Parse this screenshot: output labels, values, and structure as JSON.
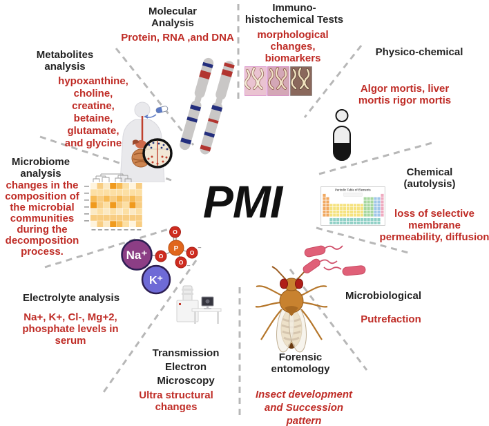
{
  "center": {
    "label": "PMI"
  },
  "sections": {
    "metabolites": {
      "title": "Metabolites\nanalysis",
      "desc": "hypoxanthine,\ncholine,\ncreatine,\nbetaine,\nglutamate,\nand glycine"
    },
    "molecular": {
      "title": "Molecular\nAnalysis",
      "desc": "Protein, RNA ,and DNA"
    },
    "immunohistochemical": {
      "title": "Immuno-\nhistochemical Tests",
      "desc": "morphological\nchanges,\nbiomarkers"
    },
    "physicochemical": {
      "title": "Physico-chemical",
      "desc": "Algor mortis, liver\nmortis  rigor mortis"
    },
    "chemical": {
      "title": "Chemical\n(autolysis)",
      "desc": "loss of selective\nmembrane\npermeability, diffusion"
    },
    "microbiological": {
      "title": "Microbiological",
      "desc": "Putrefaction"
    },
    "forensic": {
      "title": "Forensic\nentomology",
      "desc": "Insect development\nand Succession\npattern"
    },
    "tem": {
      "title": "Transmission\nElectron\nMicroscopy",
      "desc": "Ultra structural\nchanges"
    },
    "electrolyte": {
      "title": "Electrolyte analysis",
      "desc": "Na+, K+, Cl-, Mg+2,\nphosphate levels in\nserum"
    },
    "microbiome": {
      "title": "Microbiome\nanalysis",
      "desc": "changes in the\ncomposition of\nthe microbial\ncommunities\nduring the\ndecomposition\nprocess."
    }
  },
  "molecule": {
    "na": "Na⁺",
    "k": "K⁺",
    "p": "P",
    "o": "O"
  },
  "illustrations": {
    "periodic_table_title": "Periodic Table of Elements",
    "icons": [
      "chromosomes-icon",
      "human-digestive-icon",
      "heatmap-icon",
      "ions-molecule-icon",
      "electron-microscope-icon",
      "fly-icon",
      "bacteria-icon",
      "periodic-table-icon",
      "body-silhouette-icon",
      "tissue-histology-icon"
    ]
  },
  "colors": {
    "accent_red": "#bf2c26",
    "title_black": "#232323",
    "dash_gray": "#b7b7b7",
    "na_purple": "#8c3e85",
    "k_blue": "#6e6ad6",
    "phosphate_orange": "#e0661c",
    "oxygen_red": "#ce2b1f",
    "bacteria_pink": "#e06078",
    "chromosome_red": "#b23530",
    "chromosome_blue": "#232e7d"
  }
}
